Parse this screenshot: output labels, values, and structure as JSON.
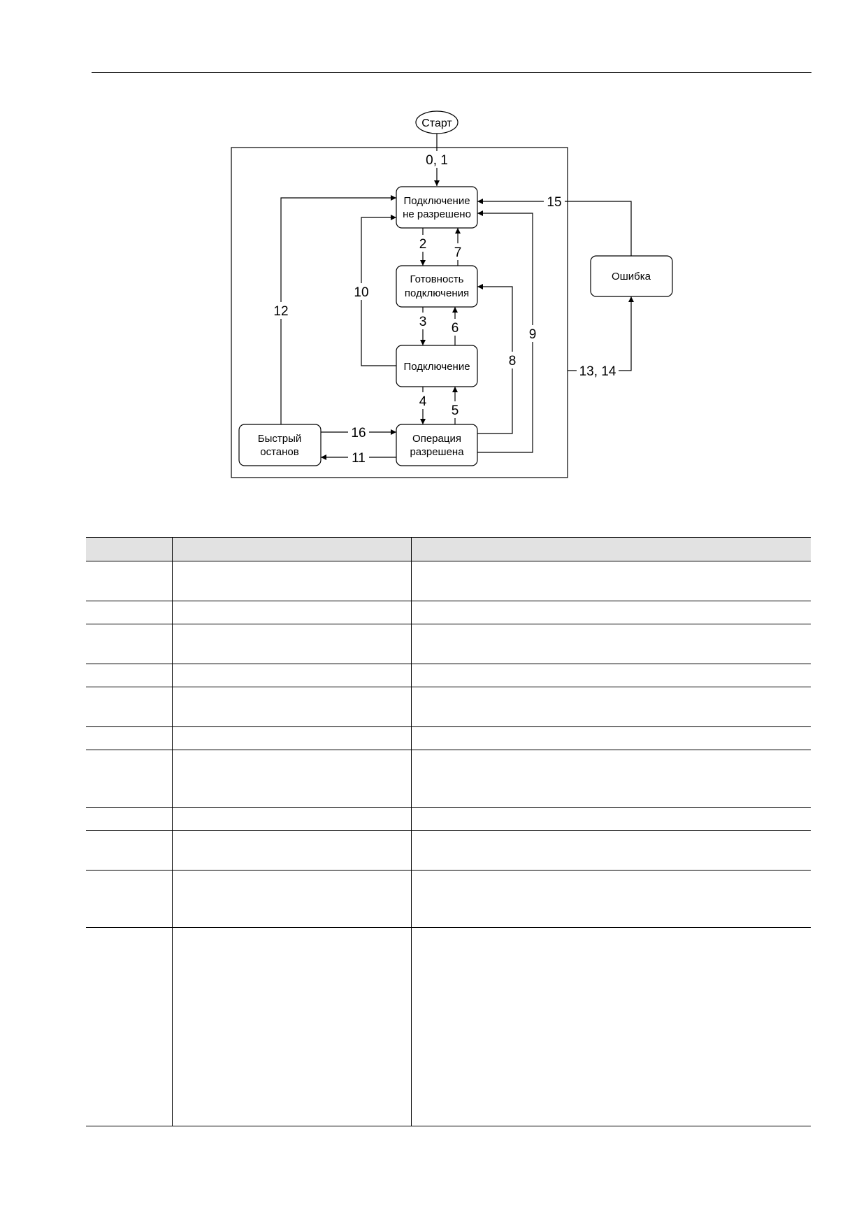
{
  "diagram": {
    "states": {
      "start": "Старт",
      "not_ready_line1": "Подключение",
      "not_ready_line2": "не разрешено",
      "ready_line1": "Готовность",
      "ready_line2": "подключения",
      "switched_on": "Подключение",
      "op_line1": "Операция",
      "op_line2": "разрешена",
      "quick_stop_line1": "Быстрый",
      "quick_stop_line2": "останов",
      "fault": "Ошибка"
    },
    "transitions": {
      "t0_1": "0, 1",
      "t2": "2",
      "t3": "3",
      "t4": "4",
      "t5": "5",
      "t6": "6",
      "t7": "7",
      "t8": "8",
      "t9": "9",
      "t10": "10",
      "t11": "11",
      "t12": "12",
      "t13_14": "13, 14",
      "t15": "15",
      "t16": "16"
    }
  },
  "table": {
    "columns": [
      "",
      "",
      ""
    ],
    "rows": [
      [
        "",
        "",
        ""
      ],
      [
        "",
        "",
        ""
      ],
      [
        "",
        "",
        ""
      ],
      [
        "",
        "",
        ""
      ],
      [
        "",
        "",
        ""
      ],
      [
        "",
        "",
        ""
      ],
      [
        "",
        "",
        ""
      ],
      [
        "",
        "",
        ""
      ],
      [
        "",
        "",
        ""
      ],
      [
        "",
        "",
        ""
      ],
      [
        "",
        "",
        ""
      ]
    ]
  }
}
